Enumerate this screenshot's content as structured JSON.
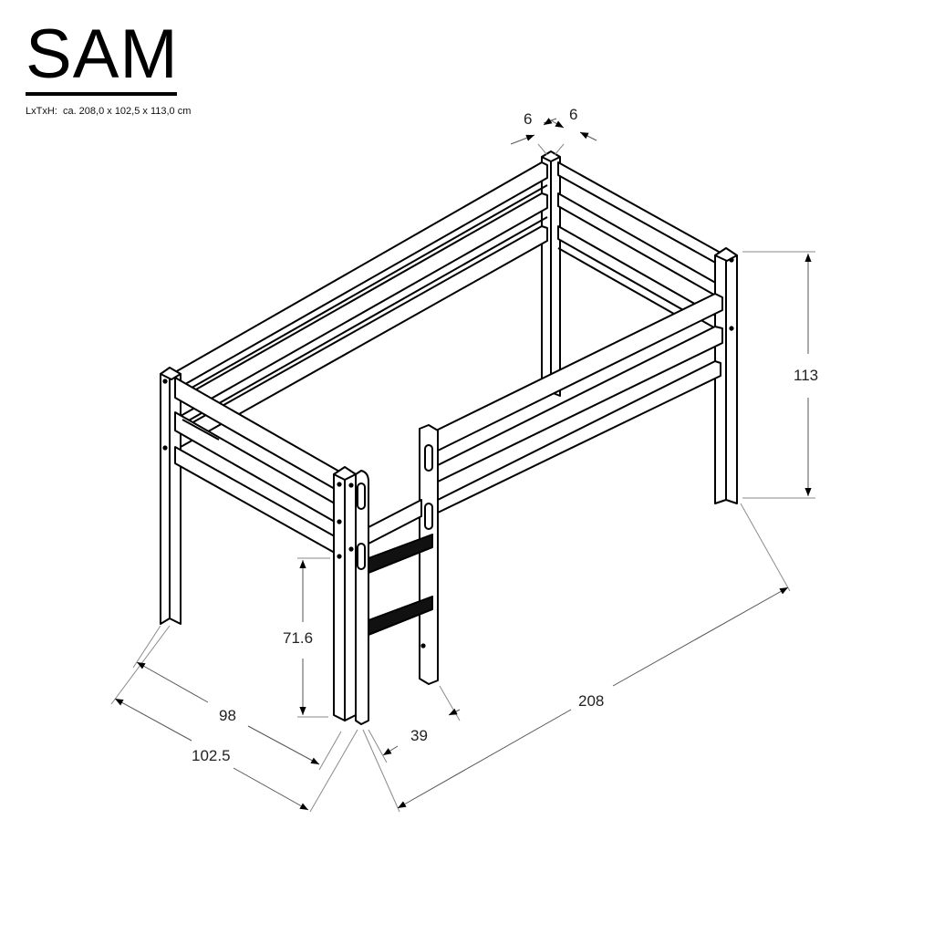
{
  "header": {
    "title": "SAM",
    "dimensions_label": "LxTxH:  ca. 208,0 x 102,5 x 113,0 cm"
  },
  "drawing": {
    "subject": "Loft bed with ladder (isometric line drawing)",
    "colors": {
      "line": "#000000",
      "dimension_line": "#8a8a8a",
      "step_fill": "#111111",
      "background": "#ffffff"
    },
    "dimensions": {
      "post_width_a": "6",
      "post_width_b": "6",
      "height": "113",
      "ladder_height": "71.6",
      "inner_width": "98",
      "outer_width": "102.5",
      "ladder_width": "39",
      "length": "208"
    }
  }
}
